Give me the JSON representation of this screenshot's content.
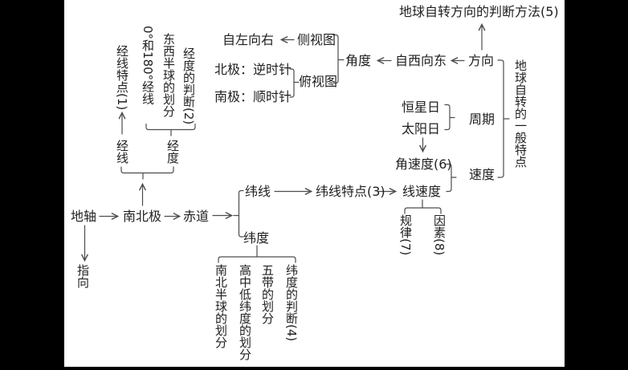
{
  "figure_type": "concept-map",
  "canvas": {
    "background": "#000000",
    "page_background": "#ffffff",
    "text_color": "#1f1f1f",
    "line_color": "#4d4d4d"
  },
  "nodes": {
    "title_method": "地球自转方向的判断方法(5)",
    "left_to_right": "自左向右",
    "side_view": "侧视图",
    "top_view": "俯视图",
    "north_pole": "北极：逆时针",
    "south_pole": "南极：顺时针",
    "angle": "角度",
    "west_to_east": "自西向东",
    "direction": "方向",
    "sidereal_day": "恒星日",
    "solar_day": "太阳日",
    "period": "周期",
    "angular_velocity": "角速度(6)",
    "linear_velocity": "线速度",
    "velocity": "速度",
    "rotation_features": "地球自转的一般特点",
    "meridian_features": "经线特点(1)",
    "meridian_0_180": "0°和180°经线",
    "hemisphere_division": "东西半球的划分",
    "longitude_judgment": "经度的判断(2)",
    "meridian": "经线",
    "longitude": "经度",
    "earth_axis": "地轴",
    "poles": "南北极",
    "equator": "赤道",
    "pointing": "指向",
    "parallel": "纬线",
    "parallel_features": "纬线特点(3)",
    "latitude": "纬度",
    "ns_hemisphere_division": "南北半球的划分",
    "latitude_zones_division": "高中低纬度的划分",
    "five_zones_division": "五带的划分",
    "latitude_judgment": "纬度的判断(4)",
    "rule": "规律(7)",
    "factor": "因素(8)"
  },
  "edges": [
    "地轴→南北极",
    "南北极→赤道",
    "地轴→指向",
    "南北极→{经线,经度}",
    "经线→经线特点(1)",
    "经度→{0°和180°经线,东西半球的划分,经度的判断(2)}",
    "赤道→{纬线,纬度}",
    "纬线→纬线特点(3)",
    "纬线特点(3)→线速度",
    "纬度→{南北半球的划分,高中低纬度的划分,五带的划分,纬度的判断(4)}",
    "线速度→{规律(7),因素(8)}",
    "{恒星日,太阳日}→周期",
    "太阳日→角速度(6)",
    "{角速度(6),线速度}→速度",
    "{方向,周期,速度}→地球自转的一般特点",
    "方向→自西向东",
    "自西向东→角度",
    "方向→地球自转方向的判断方法(5)",
    "{侧视图,俯视图}→角度",
    "侧视图→自左向右",
    "{北极：逆时针,南极：顺时针}→俯视图"
  ]
}
